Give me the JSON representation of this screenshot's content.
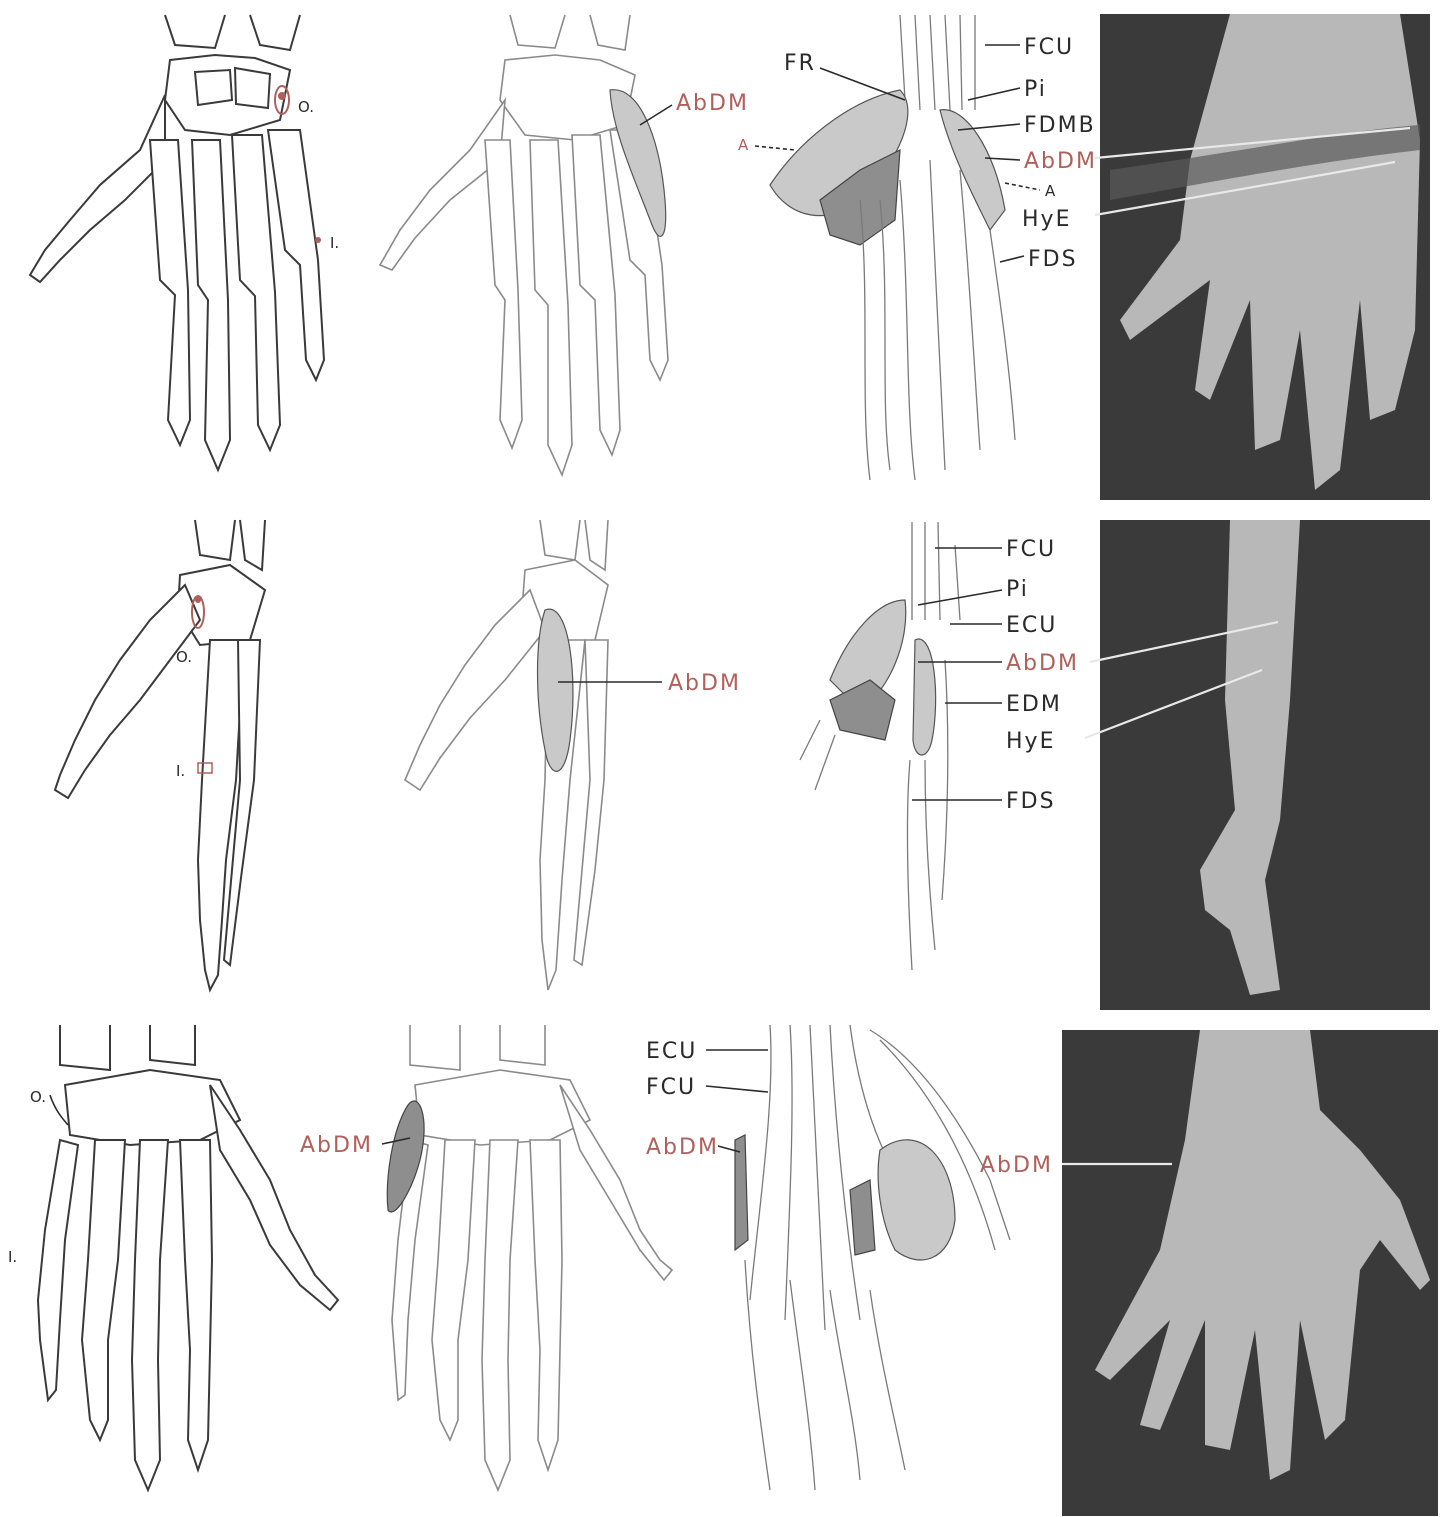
{
  "colors": {
    "label_black": "#2a2a2a",
    "label_red": "#b0605a",
    "photo_bg": "#3a3a3a",
    "muscle": "#c9c9c9"
  },
  "rows": [
    {
      "skeleton": {
        "origin_label": "O.",
        "insertion_label": "I."
      },
      "muscle_drawing": {
        "label": "AbDM"
      },
      "dissection": {
        "labels": [
          "FCU",
          "Pi",
          "FDMB",
          "AbDM",
          "HyE",
          "FDS"
        ],
        "left_labels": [
          "FR"
        ],
        "minor_labels": [
          "A",
          "A"
        ]
      }
    },
    {
      "skeleton": {
        "origin_label": "O.",
        "insertion_label": "I."
      },
      "muscle_drawing": {
        "label": "AbDM"
      },
      "dissection": {
        "labels": [
          "FCU",
          "Pi",
          "ECU",
          "AbDM",
          "EDM",
          "HyE",
          "FDS"
        ]
      }
    },
    {
      "skeleton": {
        "origin_label": "O.",
        "insertion_label": "I."
      },
      "muscle_drawing": {
        "label": "AbDM"
      },
      "dissection": {
        "labels": [
          "ECU",
          "FCU",
          "AbDM"
        ],
        "right_label": "AbDM"
      }
    }
  ]
}
